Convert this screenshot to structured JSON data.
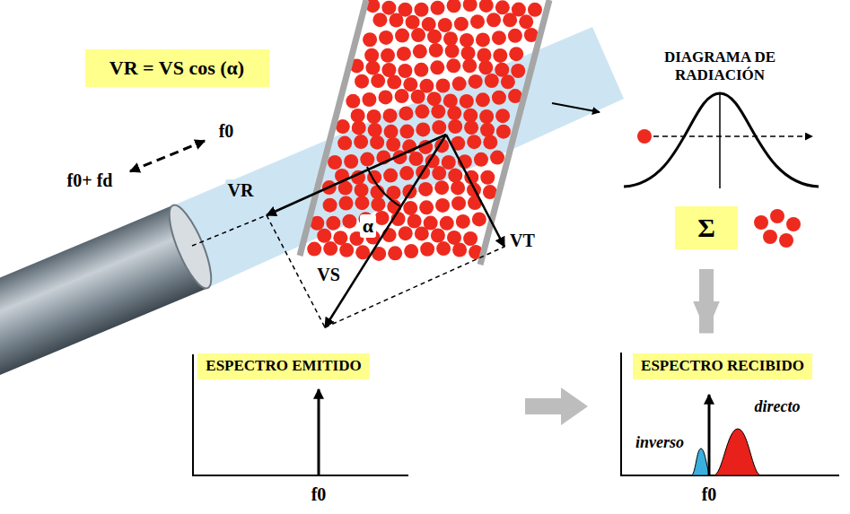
{
  "diagram": {
    "nodes": [
      {
        "text": [
          "VR = VS cos (α)"
        ]
      },
      {
        "text": [
          "Σ"
        ]
      },
      {
        "text": [
          "ESPECTRO EMITIDO"
        ]
      },
      {
        "text": [
          "ESPECTRO RECIBIDO"
        ]
      }
    ],
    "edges": [
      {
        "from": 1,
        "to": 3,
        "arrow": "to"
      }
    ],
    "labels": [
      "f0",
      "f0+ fd",
      "VR",
      "α",
      "VS",
      "VT",
      "DIAGRAMA DE RADIACIÓN",
      "f0",
      "inverso",
      "directo",
      "f0"
    ]
  }
}
